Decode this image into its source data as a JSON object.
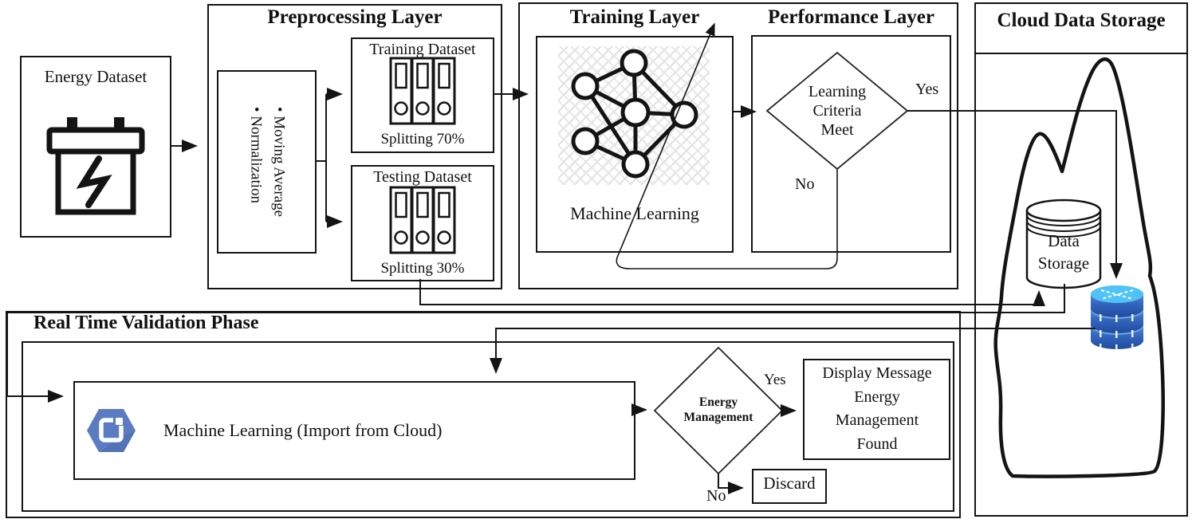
{
  "energy": {
    "title": "Energy Dataset"
  },
  "preprocessing": {
    "title": "Preprocessing Layer",
    "bullet1": "• Moving Average",
    "bullet2": "• Normalization",
    "training": {
      "title": "Training Dataset",
      "split": "Splitting 70%"
    },
    "testing": {
      "title": "Testing Dataset",
      "split": "Splitting 30%"
    }
  },
  "training_layer": {
    "title": "Training Layer",
    "caption": "Machine Learning"
  },
  "performance_layer": {
    "title": "Performance Layer",
    "decision": {
      "line1": "Learning",
      "line2": "Criteria",
      "line3": "Meet"
    },
    "yes": "Yes",
    "no": "No"
  },
  "cloud": {
    "title": "Cloud Data Storage",
    "cylinder": {
      "line1": "Data",
      "line2": "Storage"
    }
  },
  "validation": {
    "title": "Real Time Validation Phase",
    "ml_label": "Machine Learning (Import from Cloud)",
    "decision": {
      "line1": "Energy",
      "line2": "Management"
    },
    "yes": "Yes",
    "no": "No",
    "display": {
      "line1": "Display Message",
      "line2": "Energy",
      "line3": "Management",
      "line4": "Found"
    },
    "discard": "Discard"
  },
  "colors": {
    "line": "#141414",
    "ml_hexagon": "#5b7cc2",
    "db_top": "#4fc3f7",
    "db_body_light": "#79aee6",
    "db_body_dark": "#1e4c9e"
  }
}
